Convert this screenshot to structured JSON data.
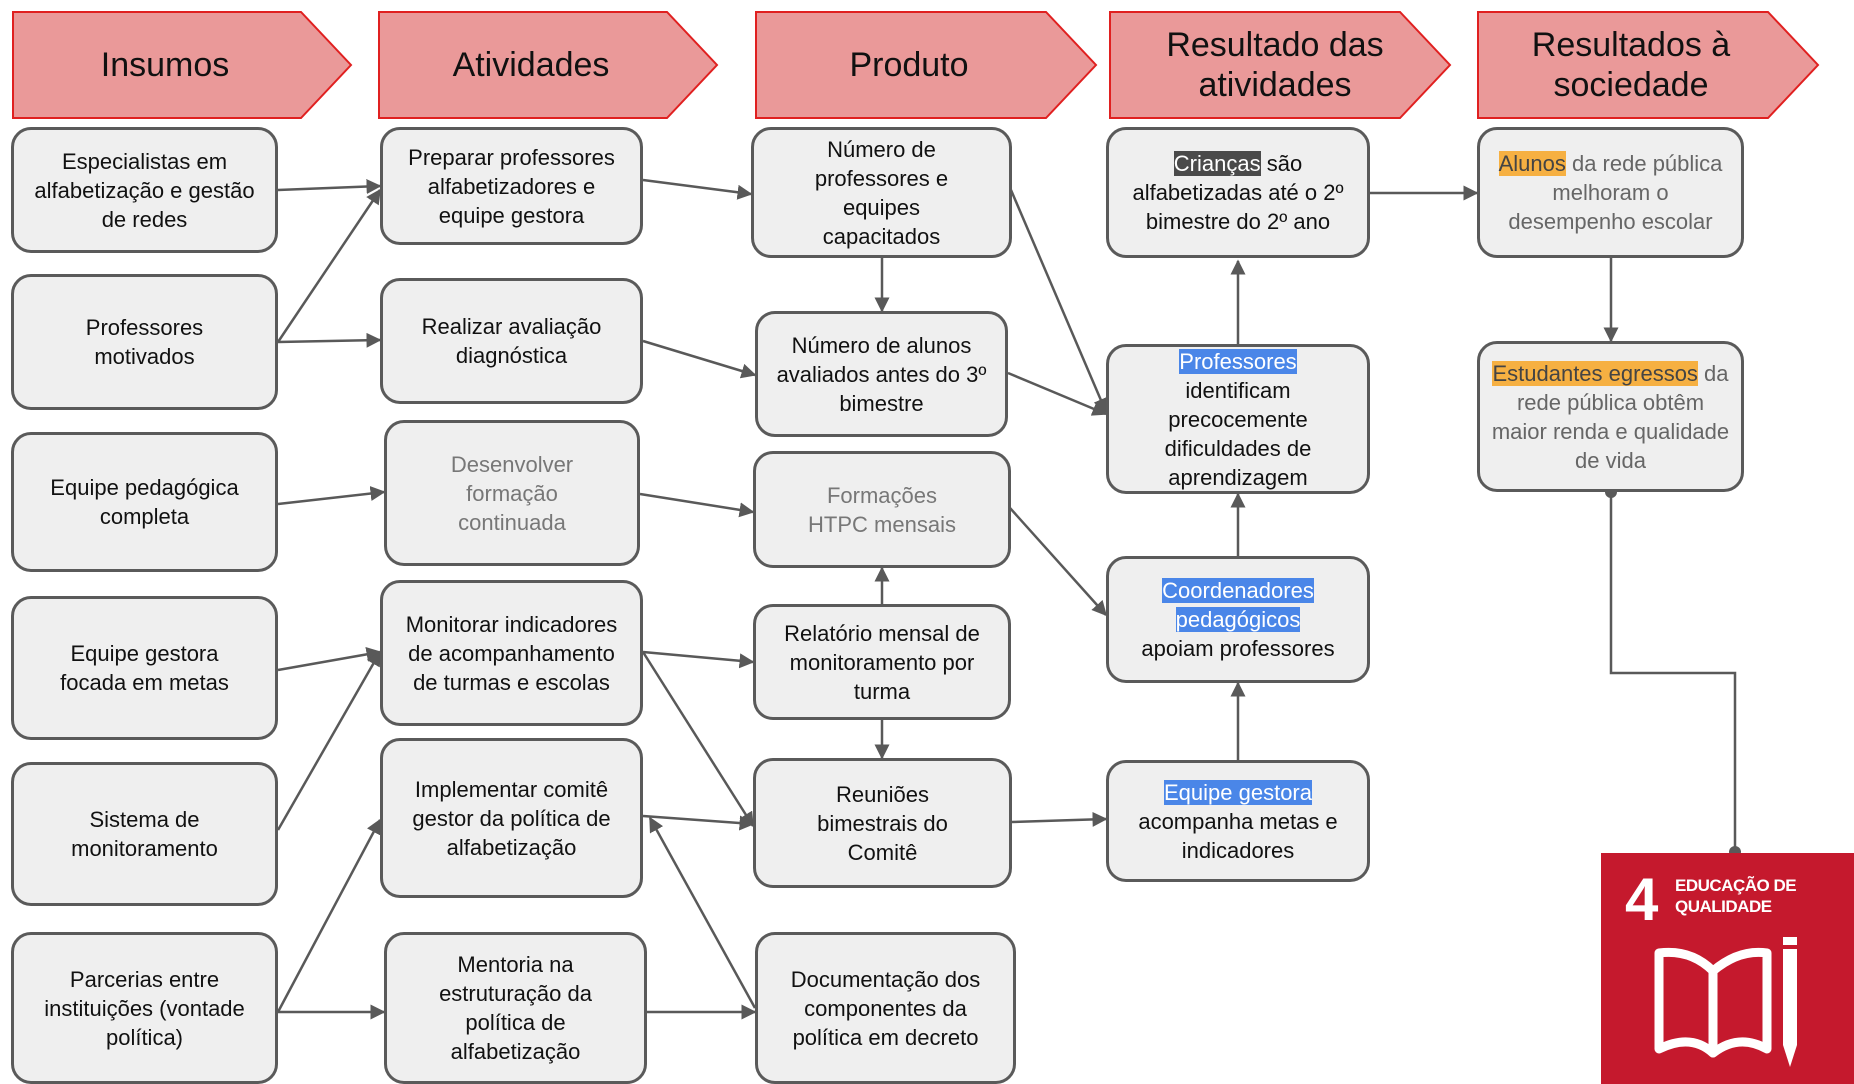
{
  "headers": [
    {
      "label": "Insumos"
    },
    {
      "label": "Atividades"
    },
    {
      "label": "Produto"
    },
    {
      "label": "Resultado das atividades"
    },
    {
      "label": "Resultados à sociedade"
    }
  ],
  "insumos": [
    "Especialistas em alfabetização e gestão de redes",
    "Professores motivados",
    "Equipe pedagógica completa",
    "Equipe gestora focada em metas",
    "Sistema de monitoramento",
    "Parcerias entre instituições (vontade política)"
  ],
  "atividades": [
    "Preparar professores alfabetizadores e equipe gestora",
    "Realizar avaliação diagnóstica",
    "Desenvolver formação continuada",
    "Monitorar indicadores de acompanhamento de turmas e escolas",
    "Implementar comitê gestor da política de alfabetização",
    "Mentoria na estruturação da política de alfabetização"
  ],
  "produto": [
    "Número de professores e equipes capacitados",
    "Número de alunos avaliados antes do 3º bimestre",
    "Formações HTPC mensais",
    "Relatório mensal de monitoramento por turma",
    "Reuniões bimestrais do Comitê",
    "Documentação dos componentes da política em decreto"
  ],
  "resultados": {
    "criancas": {
      "highlight": "Crianças",
      "rest": " são alfabetizadas até o 2º bimestre do 2º ano"
    },
    "professores": {
      "highlight": "Professores",
      "rest": "identificam precocemente dificuldades de aprendizagem"
    },
    "coordenadores": {
      "highlight": "Coordenadores pedagógicos",
      "rest": "apoiam professores"
    },
    "equipe": {
      "highlight": "Equipe gestora",
      "rest": "acompanha metas e indicadores"
    }
  },
  "sociedade": {
    "alunos": {
      "highlight": "Alunos",
      "rest": " da rede pública melhoram o desempenho escolar"
    },
    "estudantes": {
      "highlight": "Estudantes egressos",
      "rest": " da rede pública obtêm maior renda e qualidade de vida"
    }
  },
  "sdg": {
    "number": "4",
    "label_line1": "EDUCAÇÃO DE",
    "label_line2": "QUALIDADE",
    "icon": "book-pencil-icon"
  },
  "colors": {
    "header_fill": "#ea9999",
    "header_stroke": "#e02020",
    "box_fill": "#efefef",
    "box_border": "#5a5a5a",
    "highlight_dark": "#4a4a4a",
    "highlight_blue": "#4a86e8",
    "highlight_orange": "#f6b042",
    "sdg_red": "#c5192d"
  }
}
